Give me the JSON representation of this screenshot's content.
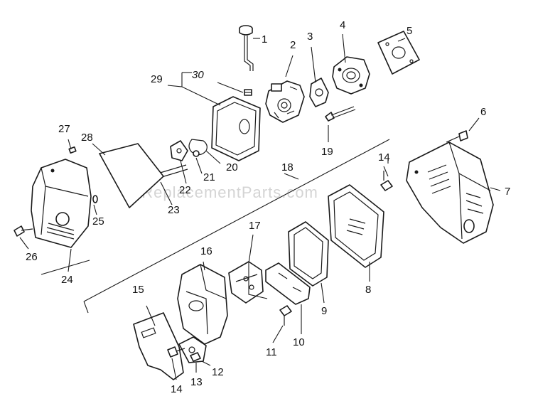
{
  "watermark": "eReplacementParts.com",
  "callouts": [
    {
      "id": "c1",
      "text": "1"
    },
    {
      "id": "c2",
      "text": "2"
    },
    {
      "id": "c3",
      "text": "3"
    },
    {
      "id": "c4",
      "text": "4"
    },
    {
      "id": "c5",
      "text": "5"
    },
    {
      "id": "c6",
      "text": "6"
    },
    {
      "id": "c7",
      "text": "7"
    },
    {
      "id": "c8",
      "text": "8"
    },
    {
      "id": "c9",
      "text": "9"
    },
    {
      "id": "c10",
      "text": "10"
    },
    {
      "id": "c11",
      "text": "11"
    },
    {
      "id": "c12",
      "text": "12"
    },
    {
      "id": "c13",
      "text": "13"
    },
    {
      "id": "c14a",
      "text": "14"
    },
    {
      "id": "c14b",
      "text": "14"
    },
    {
      "id": "c15",
      "text": "15"
    },
    {
      "id": "c16",
      "text": "16"
    },
    {
      "id": "c17",
      "text": "17"
    },
    {
      "id": "c18",
      "text": "18"
    },
    {
      "id": "c19",
      "text": "19"
    },
    {
      "id": "c20",
      "text": "20"
    },
    {
      "id": "c21",
      "text": "21"
    },
    {
      "id": "c22",
      "text": "22"
    },
    {
      "id": "c23",
      "text": "23"
    },
    {
      "id": "c24",
      "text": "24"
    },
    {
      "id": "c25",
      "text": "25"
    },
    {
      "id": "c26",
      "text": "26"
    },
    {
      "id": "c27",
      "text": "27"
    },
    {
      "id": "c28",
      "text": "28"
    },
    {
      "id": "c29",
      "text": "29"
    },
    {
      "id": "c30",
      "text": "30"
    }
  ]
}
